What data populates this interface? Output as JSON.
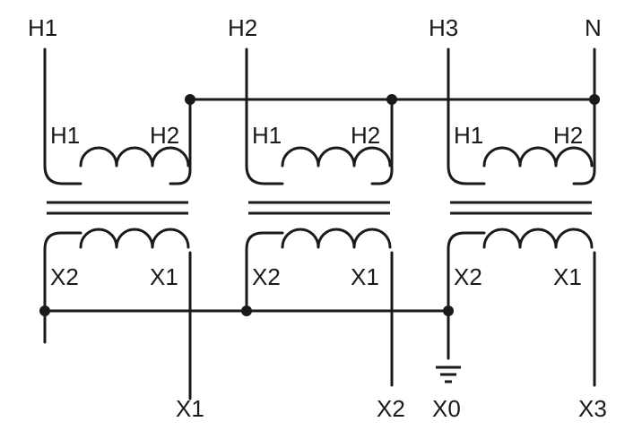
{
  "top_terminals": [
    "H1",
    "H2",
    "H3",
    "N"
  ],
  "primary_labels": [
    {
      "left": "H1",
      "right": "H2"
    },
    {
      "left": "H1",
      "right": "H2"
    },
    {
      "left": "H1",
      "right": "H2"
    }
  ],
  "secondary_labels": [
    {
      "left": "X2",
      "right": "X1"
    },
    {
      "left": "X2",
      "right": "X1"
    },
    {
      "left": "X2",
      "right": "X1"
    }
  ],
  "bottom_terminals": [
    "X1",
    "X2",
    "X0",
    "X3"
  ],
  "color": "#1a1a1a"
}
